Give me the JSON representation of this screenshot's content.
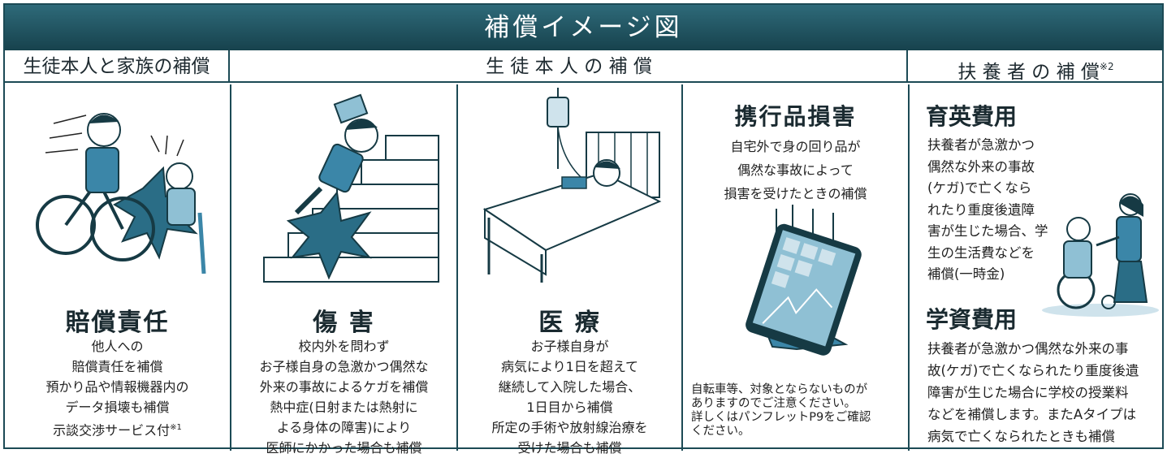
{
  "title": "補償イメージ図",
  "headers": {
    "family": "生徒本人と家族の補償",
    "self": "生 徒 本 人 の 補 償",
    "dependent": "扶 養 者 の 補 償",
    "dependent_mark": "※2"
  },
  "liability": {
    "title": "賠償責任",
    "lines": [
      "他人への",
      "賠償責任を補償",
      "預かり品や情報機器内の",
      "データ損壊も補償",
      "示談交渉サービス付"
    ],
    "mark": "※1",
    "image": "boy-bicycle-collision-with-elderly-man"
  },
  "injury": {
    "title": "傷 害",
    "lines": [
      "校内外を問わず",
      "お子様自身の急激かつ偶然な",
      "外来の事故によるケガを補償",
      "熱中症(日射または熱射に",
      "よる身体の障害)により",
      "医師にかかった場合も補償"
    ],
    "image": "boy-falling-down-stairs"
  },
  "medical": {
    "title": "医 療",
    "lines": [
      "お子様自身が",
      "病気により1日を超えて",
      "継続して入院した場合、",
      "1日目から補償",
      "所定の手術や放射線治療を",
      "受けた場合も補償"
    ],
    "image": "boy-in-hospital-bed-with-iv"
  },
  "property": {
    "title": "携行品損害",
    "lines": [
      "自宅外で身の回り品が",
      "偶然な事故によって",
      "損害を受けたときの補償"
    ],
    "note": [
      "自転車等、対象とならないものが",
      "ありますのでご注意ください。",
      "詳しくはパンフレットP9をご確認",
      "ください。"
    ],
    "image": "tablet-falling-and-cracking"
  },
  "dependent": {
    "upbringing_title": "育英費用",
    "upbringing_lines": [
      "扶養者が急激かつ",
      "偶然な外来の事故",
      "(ケガ)で亡くなら",
      "れたり重度後遺障",
      "害が生じた場合、学",
      "生の生活費などを",
      "補償(一時金)"
    ],
    "tuition_title": "学資費用",
    "tuition_lines": [
      "扶養者が急激かつ偶然な外来の事",
      "故(ケガ)で亡くなられたり重度後遺",
      "障害が生じた場合に学校の授業料",
      "などを補償します。またAタイプは",
      "病気で亡くなられたときも補償"
    ],
    "image": "woman-pushing-wheelchair"
  },
  "colors": {
    "title_bar": "#1f5562",
    "border": "#1c4a55",
    "accent_blue": "#2f7fa8",
    "accent_light": "#cfe3ec"
  }
}
